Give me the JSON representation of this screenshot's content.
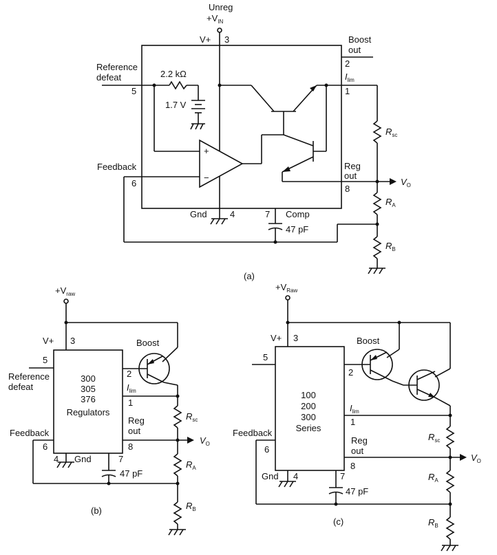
{
  "panel_a": {
    "caption": "(a)",
    "unreg_label": "Unreg",
    "vin_plus": "+V",
    "vin_sub": "IN",
    "vplus": "V+",
    "pin3": "3",
    "boost_out_1": "Boost",
    "boost_out_2": "out",
    "pin2": "2",
    "ilim": "I",
    "ilim_sub": "lim",
    "pin1": "1",
    "reference_1": "Reference",
    "reference_2": "defeat",
    "pin5": "5",
    "res_value": "2.2 kΩ",
    "batt_value": "1.7 V",
    "plus_sign": "+",
    "minus_sign": "−",
    "feedback": "Feedback",
    "pin6": "6",
    "reg_1": "Reg",
    "reg_2": "out",
    "pin8": "8",
    "vo": "V",
    "vo_sub": "O",
    "rsc": "R",
    "rsc_sub": "sc",
    "ra": "R",
    "ra_sub": "A",
    "rb": "R",
    "rb_sub": "B",
    "gnd": "Gnd",
    "pin4": "4",
    "pin7": "7",
    "comp": "Comp",
    "cap": "47 pF"
  },
  "panel_b": {
    "caption": "(b)",
    "vraw": "+V",
    "vraw_sub": "raw",
    "vplus": "V+",
    "pin3": "3",
    "boost": "Boost",
    "pin5": "5",
    "reference_1": "Reference",
    "reference_2": "defeat",
    "pin2": "2",
    "ilim": "I",
    "ilim_sub": "lim",
    "pin1": "1",
    "chip_1": "300",
    "chip_2": "305",
    "chip_3": "376",
    "chip_4": "Regulators",
    "reg_1": "Reg",
    "reg_2": "out",
    "pin8": "8",
    "feedback": "Feedback",
    "pin6": "6",
    "pin4": "4",
    "gnd": "Gnd",
    "pin7": "7",
    "cap": "47 pF",
    "vo": "V",
    "vo_sub": "O",
    "rsc": "R",
    "rsc_sub": "sc",
    "ra": "R",
    "ra_sub": "A",
    "rb": "R",
    "rb_sub": "B"
  },
  "panel_c": {
    "caption": "(c)",
    "vraw": "+V",
    "vraw_sub": "Raw",
    "vplus": "V+",
    "pin3": "3",
    "boost": "Boost",
    "pin5": "5",
    "pin2": "2",
    "ilim": "I",
    "ilim_sub": "lim",
    "pin1": "1",
    "chip_1": "100",
    "chip_2": "200",
    "chip_3": "300",
    "chip_4": "Series",
    "reg_1": "Reg",
    "reg_2": "out",
    "pin8": "8",
    "feedback": "Feedback",
    "pin6": "6",
    "gnd": "Gnd",
    "pin4": "4",
    "pin7": "7",
    "cap": "47 pF",
    "vo": "V",
    "vo_sub": "O",
    "rsc": "R",
    "rsc_sub": "sc",
    "ra": "R",
    "ra_sub": "A",
    "rb": "R",
    "rb_sub": "B"
  }
}
